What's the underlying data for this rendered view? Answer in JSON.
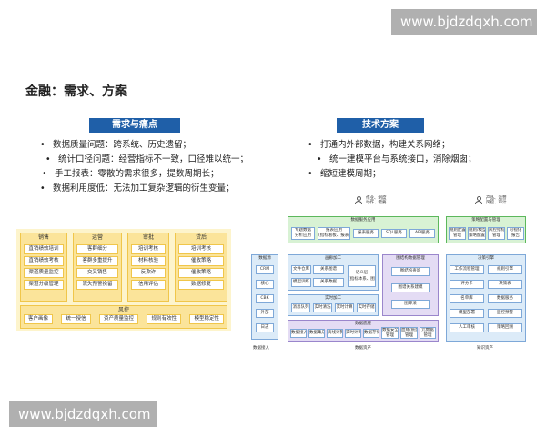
{
  "watermark": "www.bjdzdqxh.com",
  "slide_title": "金融：需求、方案",
  "left": {
    "heading": "需求与痛点",
    "bullets": [
      "数据质量问题：跨系统、历史遗留；",
      "统计口径问题：经营指标不一致，口径难以统一；",
      "手工报表：零散的需求很多，提数周期长；",
      "数据利用度低：无法加工复杂逻辑的衍生变量；"
    ],
    "diagram": {
      "columns": [
        {
          "title": "销售",
          "items": [
            "直销绩效培训",
            "直销绩效考核",
            "渠道质量监控",
            "渠道分级管理"
          ]
        },
        {
          "title": "运营",
          "items": [
            "客群细分",
            "客群多重提升",
            "交叉销售",
            "流失预警挽留"
          ]
        },
        {
          "title": "审批",
          "items": [
            "培训考核",
            "材料核验",
            "反欺诈",
            "信用评估"
          ]
        },
        {
          "title": "贷后",
          "items": [
            "培训考核",
            "催收策略",
            "催收策略",
            "数据修复"
          ]
        }
      ],
      "risk_row": {
        "title": "风控",
        "items": [
          "客户画像",
          "统一授信",
          "资产质量监控",
          "规则有效性",
          "模型稳定性"
        ]
      }
    }
  },
  "right": {
    "heading": "技术方案",
    "bullets": [
      "打通内外部数据，构建关系网络；",
      "统一建模平台与系统接口，消除烟囱；",
      "缩短建模周期；"
    ],
    "arch": {
      "persona_top1": "作业、制度\n动作、需要",
      "persona_top2": "产品、运营\n风控、审计",
      "top_panel_title": "数据服务应用",
      "top_chips": [
        "专题数据\n分析应用",
        "报表应用\n(指标看板、报表)",
        "报表服务",
        "SQL服务",
        "API服务"
      ],
      "right_top_title": "策略配置与管理",
      "right_top_chips": [
        "规则配置\n管理",
        "规则/模型\n策略配置",
        "风控指标\n管理",
        "可视化\n报告"
      ],
      "source_title": "数据源",
      "sources": [
        "CRM",
        "核心",
        "CBK",
        "外部",
        "日志"
      ],
      "model_title": "画廊加工",
      "model_chips": [
        "文件仓库",
        "关系图谱",
        "模型训练",
        "关系数据",
        "语义层\n(指标体系、图谱)"
      ],
      "realtime_title": "实时加工",
      "realtime_chips": [
        "消息队列",
        "实时清洗",
        "实时计算",
        "实时存储"
      ],
      "store_title": "数据底座",
      "store_chips": [
        "数据接入",
        "数据集成",
        "离线计算",
        "实时计算",
        "数据存储",
        "数据安全\n管理",
        "血缘/质量\n管理",
        "元数据\n管理"
      ],
      "mid_right_title": "图结构数据管理",
      "mid_right_chips": [
        "图结构查询",
        "图谱关系建模",
        "图算法"
      ],
      "decision_title": "决策引擎",
      "decision_chips": [
        "工作流程管理",
        "规则引擎",
        "评分卡",
        "决策表",
        "名单库",
        "数据服务",
        "模型部署",
        "监控预警",
        "人工审核",
        "策略回溯"
      ],
      "footers": [
        "数据接入",
        "数据资产",
        "知识资产"
      ]
    }
  }
}
